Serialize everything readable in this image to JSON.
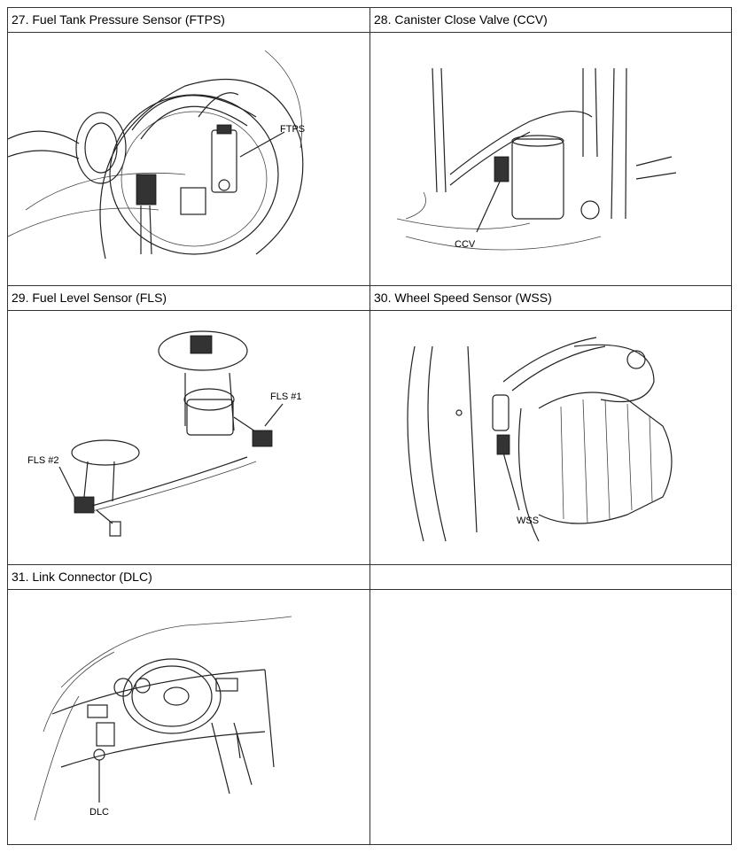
{
  "cells": [
    {
      "title": "27. Fuel Tank Pressure Sensor (FTPS)",
      "callout": "FTPS"
    },
    {
      "title": "28. Canister Close Valve (CCV)",
      "callout": "CCV"
    },
    {
      "title": "29. Fuel Level Sensor (FLS)",
      "callout_a": "FLS #1",
      "callout_b": "FLS #2"
    },
    {
      "title": "30. Wheel Speed Sensor (WSS)",
      "callout": "WSS"
    },
    {
      "title": "31. Link Connector (DLC)",
      "callout": "DLC"
    }
  ]
}
